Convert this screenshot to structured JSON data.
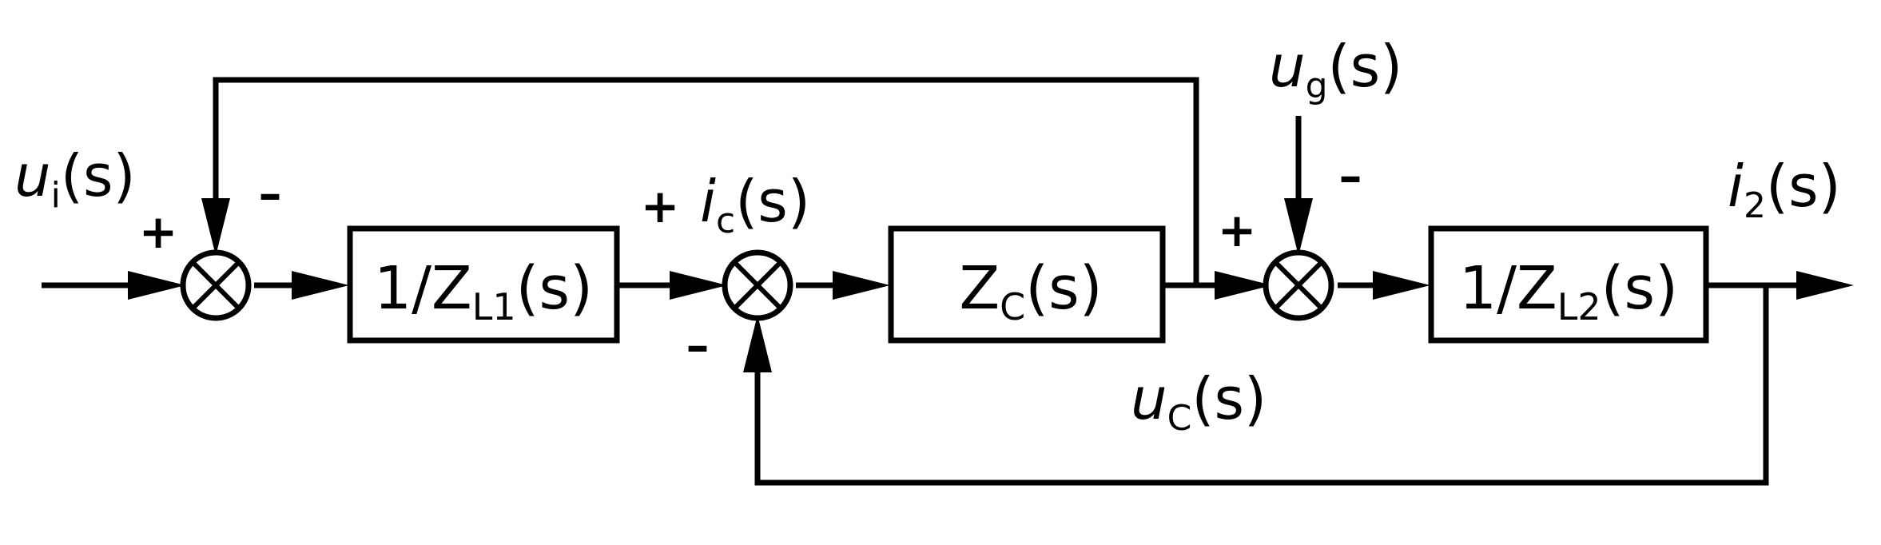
{
  "blocks": {
    "zl1": {
      "main": "1/Z",
      "sub": "L1",
      "tail": "(s)"
    },
    "zc": {
      "main": "Z",
      "sub": "C",
      "tail": "(s)"
    },
    "zl2": {
      "main": "1/Z",
      "sub": "L2",
      "tail": "(s)"
    }
  },
  "signals": {
    "ui": {
      "var": "u",
      "sub": "i",
      "tail": "(s)"
    },
    "ic": {
      "var": "i",
      "sub": "c",
      "tail": "(s)"
    },
    "ug": {
      "var": "u",
      "sub": "g",
      "tail": "(s)"
    },
    "uc": {
      "var": "u",
      "sub": "C",
      "tail": "(s)"
    },
    "i2": {
      "var": "i",
      "sub": "2",
      "tail": "(s)"
    }
  },
  "signs": {
    "s1_plus": "+",
    "s1_minus": "–",
    "s2_plus": "+",
    "s2_minus": "–",
    "s3_plus": "+",
    "s3_minus": "–"
  }
}
